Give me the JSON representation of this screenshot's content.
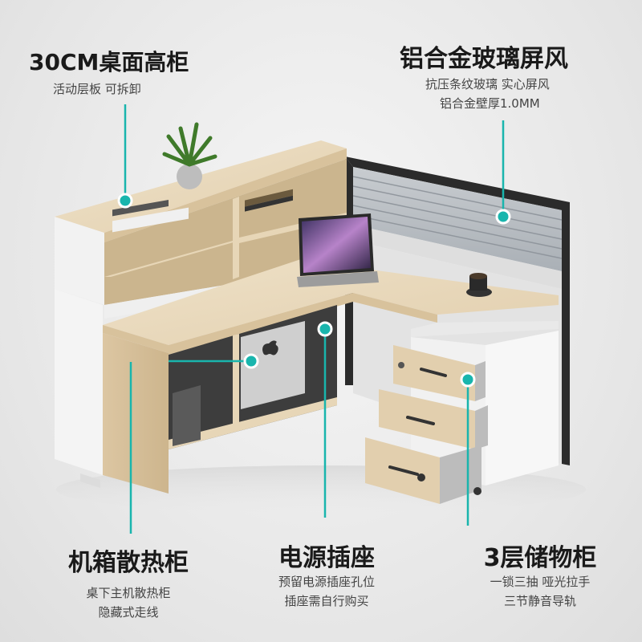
{
  "callouts": {
    "top_left": {
      "title": "30CM桌面高柜",
      "lines": [
        "活动层板 可拆卸"
      ]
    },
    "top_right": {
      "title": "铝合金玻璃屏风",
      "lines": [
        "抗压条纹玻璃 实心屏风",
        "铝合金壁厚1.0MM"
      ]
    },
    "bottom_left": {
      "title": "机箱散热柜",
      "lines": [
        "桌下主机散热柜",
        "隐藏式走线"
      ]
    },
    "bottom_center": {
      "title": "电源插座",
      "lines": [
        "预留电源插座孔位",
        "插座需自行购买"
      ]
    },
    "bottom_right": {
      "title": "3层储物柜",
      "lines": [
        "一锁三抽 哑光拉手",
        "三节静音导轨"
      ]
    }
  },
  "colors": {
    "accent": "#19b5ad",
    "wood": "#e6d5b8",
    "white": "#f7f7f7",
    "frame": "#2b2b2b"
  }
}
